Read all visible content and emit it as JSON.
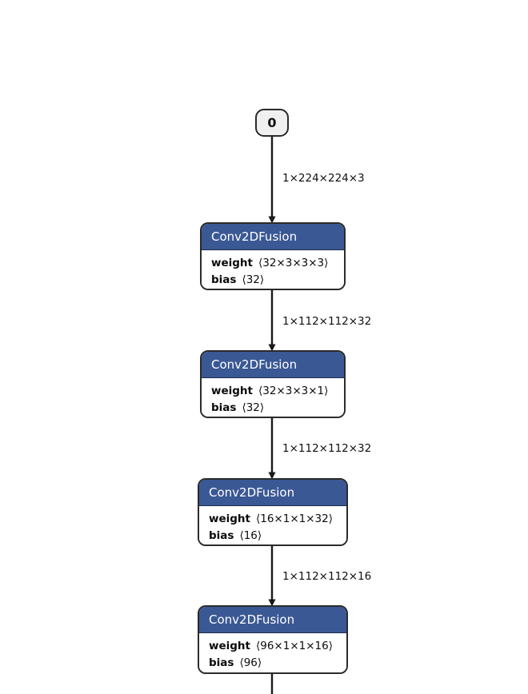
{
  "graph": {
    "background_color": "#ffffff",
    "node_header_color": "#3a5894",
    "node_border_color": "#2b2b2b",
    "start_node_fill": "#f0f0f0",
    "edge_color": "#1a1a1a",
    "start_node": {
      "label": "0",
      "name": "input-node"
    },
    "nodes": [
      {
        "title": "Conv2DFusion",
        "attributes": [
          {
            "key": "weight",
            "value": "⟨32×3×3×3⟩"
          },
          {
            "key": "bias",
            "value": "⟨32⟩"
          }
        ]
      },
      {
        "title": "Conv2DFusion",
        "attributes": [
          {
            "key": "weight",
            "value": "⟨32×3×3×1⟩"
          },
          {
            "key": "bias",
            "value": "⟨32⟩"
          }
        ]
      },
      {
        "title": "Conv2DFusion",
        "attributes": [
          {
            "key": "weight",
            "value": "⟨16×1×1×32⟩"
          },
          {
            "key": "bias",
            "value": "⟨16⟩"
          }
        ]
      },
      {
        "title": "Conv2DFusion",
        "attributes": [
          {
            "key": "weight",
            "value": "⟨96×1×1×16⟩"
          },
          {
            "key": "bias",
            "value": "⟨96⟩"
          }
        ]
      }
    ],
    "edges": [
      {
        "label": "1×224×224×3"
      },
      {
        "label": "1×112×112×32"
      },
      {
        "label": "1×112×112×32"
      },
      {
        "label": "1×112×112×16"
      }
    ]
  }
}
